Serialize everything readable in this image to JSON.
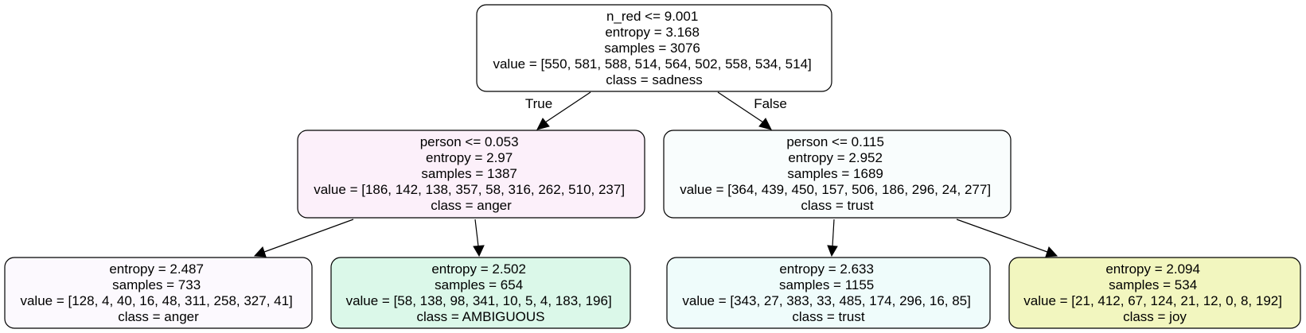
{
  "nodes": {
    "root": {
      "fill": "#ffffff",
      "lines": [
        "n_red <= 9.001",
        "entropy = 3.168",
        "samples = 3076",
        "value = [550, 581, 588, 514, 564, 502, 558, 534, 514]",
        "class = sadness"
      ]
    },
    "left": {
      "fill": "#fcf0fa",
      "lines": [
        "person <= 0.053",
        "entropy = 2.97",
        "samples = 1387",
        "value = [186, 142, 138, 357, 58, 316, 262, 510, 237]",
        "class = anger"
      ]
    },
    "right": {
      "fill": "#f9fdfd",
      "lines": [
        "person <= 0.115",
        "entropy = 2.952",
        "samples = 1689",
        "value = [364, 439, 450, 157, 506, 186, 296, 24, 277]",
        "class = trust"
      ]
    },
    "ll": {
      "fill": "#fcf9fe",
      "lines": [
        "entropy = 2.487",
        "samples = 733",
        "value = [128, 4, 40, 16, 48, 311, 258, 327, 41]",
        "class = anger"
      ]
    },
    "lr": {
      "fill": "#dbf8e9",
      "lines": [
        "entropy = 2.502",
        "samples = 654",
        "value = [58, 138, 98, 341, 10, 5, 4, 183, 196]",
        "class = AMBIGUOUS"
      ]
    },
    "rl": {
      "fill": "#effcfb",
      "lines": [
        "entropy = 2.633",
        "samples = 1155",
        "value = [343, 27, 383, 33, 485, 174, 296, 16, 85]",
        "class = trust"
      ]
    },
    "rr": {
      "fill": "#f2f6bf",
      "lines": [
        "entropy = 2.094",
        "samples = 534",
        "value = [21, 412, 67, 124, 21, 12, 0, 8, 192]",
        "class = joy"
      ]
    }
  },
  "edges": {
    "root_left": {
      "label": "True"
    },
    "root_right": {
      "label": "False"
    },
    "left_ll": {
      "label": ""
    },
    "left_lr": {
      "label": ""
    },
    "right_rl": {
      "label": ""
    },
    "right_rr": {
      "label": ""
    }
  }
}
